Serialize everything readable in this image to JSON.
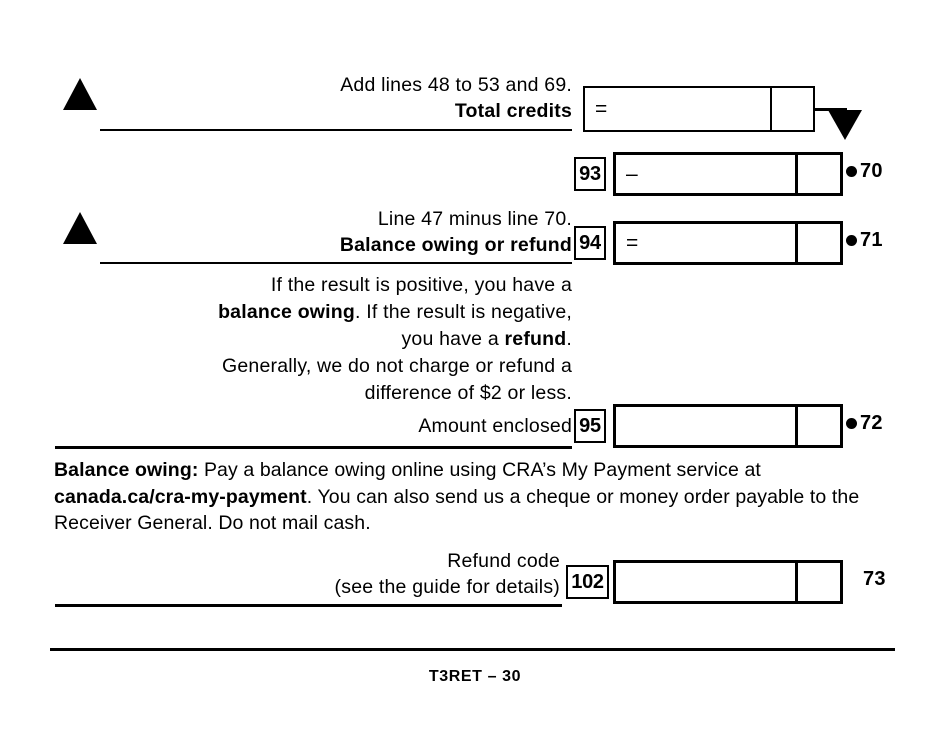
{
  "document": {
    "form_code": "T3RET",
    "footer": "T3RET – 30"
  },
  "rows": [
    {
      "id": "total-credits",
      "instruction": "Add lines 48 to 53 and 69.",
      "label": "Total credits",
      "operator": "=",
      "line_number_box": "",
      "line_ref": "",
      "has_dot": false
    },
    {
      "id": "line-70",
      "instruction": "",
      "label": "",
      "operator": "–",
      "line_number_box": "93",
      "line_ref": "70",
      "has_dot": true
    },
    {
      "id": "balance-owing-or-refund",
      "instruction": "Line 47 minus line 70.",
      "label": "Balance owing or refund",
      "operator": "=",
      "line_number_box": "94",
      "line_ref": "71",
      "has_dot": true
    },
    {
      "id": "amount-enclosed",
      "instruction": "",
      "label": "Amount enclosed",
      "operator": "",
      "line_number_box": "95",
      "line_ref": "72",
      "has_dot": true
    },
    {
      "id": "refund-code",
      "instruction": "Refund code",
      "label": "(see the guide for details)",
      "operator": "",
      "line_number_box": "102",
      "line_ref": "73",
      "has_dot": false
    }
  ],
  "notes": {
    "result_note_line1": "If the result is positive, you have a",
    "result_note_line2_a": "balance owing",
    "result_note_line2_b": ". If the result is negative,",
    "result_note_line3_a": "you have a ",
    "result_note_line3_b": "refund",
    "result_note_line3_c": ".",
    "result_note_line4": "Generally, we do not charge or refund a",
    "result_note_line5": "difference of $2 or less.",
    "balance_owing_heading": "Balance owing:",
    "balance_owing_text_1": " Pay a balance owing online using CRA’s My Payment service at ",
    "balance_owing_link": "canada.ca/cra-my-payment",
    "balance_owing_text_2": ". You can also send us a cheque or money order payable to the Receiver General. Do not mail cash."
  }
}
